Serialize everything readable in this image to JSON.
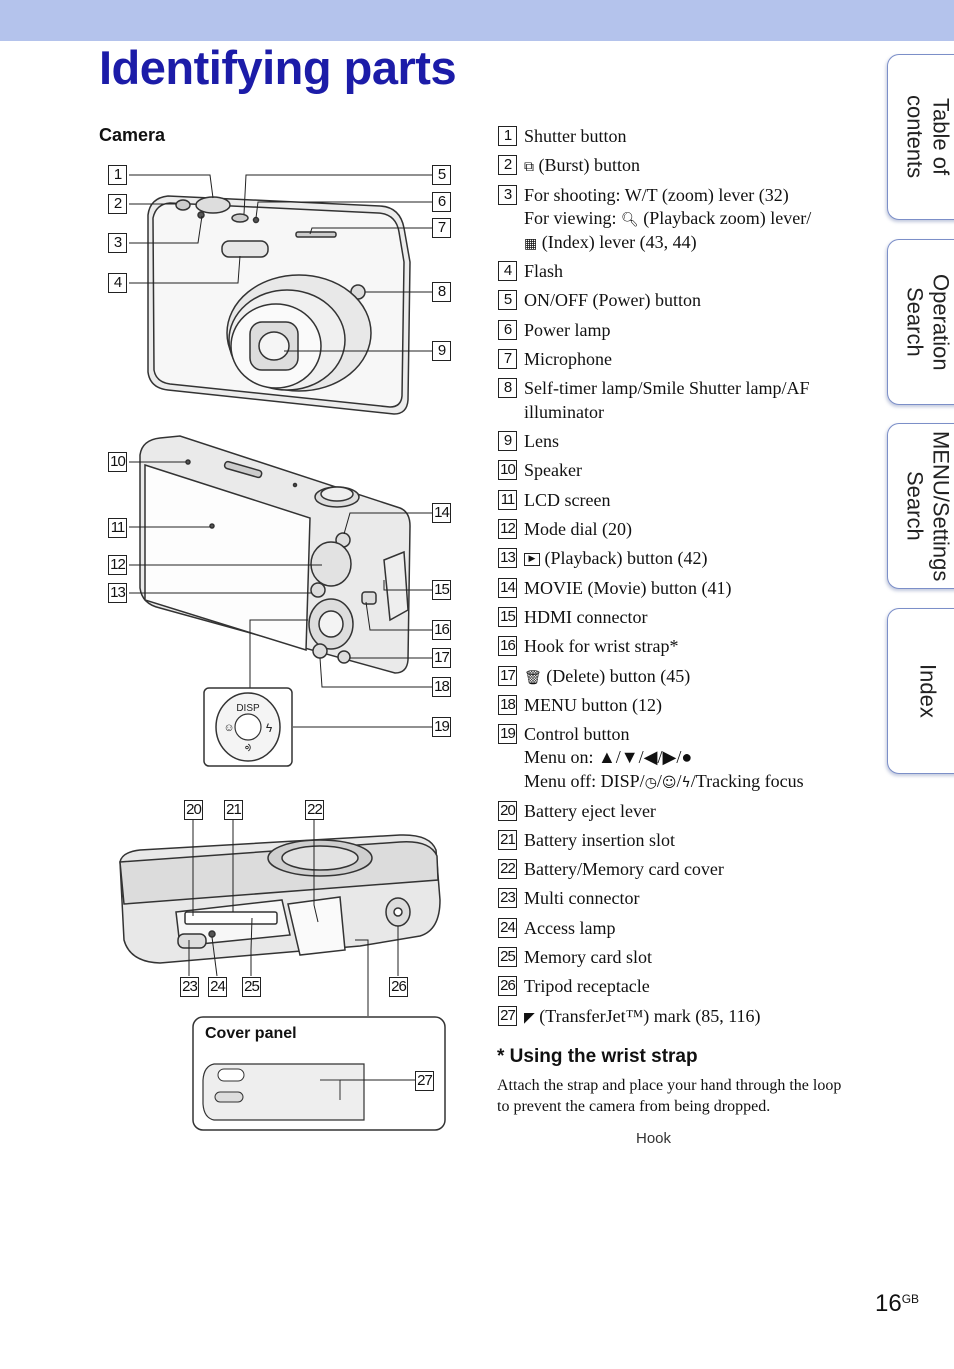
{
  "page": {
    "title": "Identifying parts",
    "section": "Camera",
    "page_number": "16",
    "page_suffix": "GB"
  },
  "tabs": [
    {
      "label": "Table of\ncontents"
    },
    {
      "label": "Operation\nSearch"
    },
    {
      "label": "MENU/Settings\nSearch"
    },
    {
      "label": "Index"
    }
  ],
  "parts": [
    {
      "num": "1",
      "text": "Shutter button"
    },
    {
      "num": "2",
      "text": "(Burst) button"
    },
    {
      "num": "3",
      "text": "For shooting: W/T (zoom) lever (32)",
      "line2": "For viewing:",
      "line2b": "(Playback zoom) lever/",
      "line3": "(Index) lever (43, 44)"
    },
    {
      "num": "4",
      "text": "Flash"
    },
    {
      "num": "5",
      "text": "ON/OFF (Power) button"
    },
    {
      "num": "6",
      "text": "Power lamp"
    },
    {
      "num": "7",
      "text": "Microphone"
    },
    {
      "num": "8",
      "text": "Self-timer lamp/Smile Shutter lamp/AF",
      "line2": "illuminator"
    },
    {
      "num": "9",
      "text": "Lens"
    },
    {
      "num": "10",
      "text": "Speaker"
    },
    {
      "num": "11",
      "text": "LCD screen"
    },
    {
      "num": "12",
      "text": "Mode dial (20)"
    },
    {
      "num": "13",
      "text": "(Playback) button (42)"
    },
    {
      "num": "14",
      "text": "MOVIE (Movie) button (41)"
    },
    {
      "num": "15",
      "text": "HDMI connector"
    },
    {
      "num": "16",
      "text": "Hook for wrist strap*"
    },
    {
      "num": "17",
      "text": "(Delete) button (45)"
    },
    {
      "num": "18",
      "text": "MENU button (12)"
    },
    {
      "num": "19",
      "text": "Control button",
      "line2": "Menu on: ▲/▼/◀/▶/●",
      "line3": "Menu off: DISP/",
      "line3b": "/",
      "line3c": "/",
      "line3d": "/Tracking focus"
    },
    {
      "num": "20",
      "text": "Battery eject lever"
    },
    {
      "num": "21",
      "text": "Battery insertion slot"
    },
    {
      "num": "22",
      "text": "Battery/Memory card cover"
    },
    {
      "num": "23",
      "text": "Multi connector"
    },
    {
      "num": "24",
      "text": "Access lamp"
    },
    {
      "num": "25",
      "text": "Memory card slot"
    },
    {
      "num": "26",
      "text": "Tripod receptacle"
    },
    {
      "num": "27",
      "text": "(TransferJet™) mark (85, 116)"
    }
  ],
  "strap": {
    "heading": "* Using the wrist strap",
    "text": "Attach the strap and place your hand through the loop to prevent the camera from being dropped.",
    "hook_label": "Hook"
  },
  "cover_panel": {
    "label": "Cover panel"
  },
  "control_dial": {
    "disp": "DISP"
  }
}
